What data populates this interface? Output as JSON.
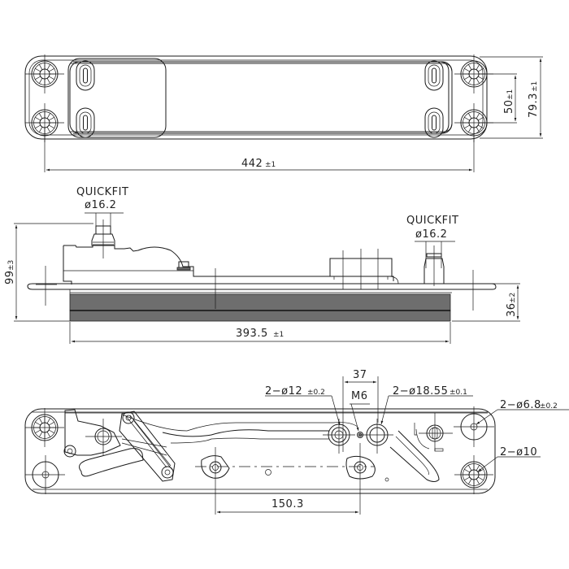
{
  "drawing": {
    "subject": "oil cooler technical drawing",
    "line_color": "#1a1a1a",
    "fin_fill_color": "#6e6e6e",
    "background": "#ffffff"
  },
  "top_view": {
    "length_dim": {
      "value": "442",
      "tol": "±1"
    },
    "hole_spacing_dim": {
      "value": "50",
      "tol": "±1"
    },
    "width_dim": {
      "value": "79.3",
      "tol": "±1"
    }
  },
  "side_view": {
    "left_fitting": {
      "label": "QUICKFIT",
      "diameter": "ø16.2"
    },
    "right_fitting": {
      "label": "QUICKFIT",
      "diameter": "ø16.2"
    },
    "overall_height_dim": {
      "value": "99",
      "tol": "±3"
    },
    "core_height_dim": {
      "value": "36",
      "tol": "±2"
    },
    "core_length_dim": {
      "value": "393.5",
      "tol": "±1"
    }
  },
  "bottom_view": {
    "port_spacing_dim": {
      "value": "37"
    },
    "small_port": {
      "label": "2−ø12",
      "tol": "±0.2"
    },
    "thread": {
      "label": "M6"
    },
    "large_port": {
      "label": "2−ø18.55",
      "tol": "±0.1"
    },
    "mount_hole": {
      "label": "2−ø6.8",
      "tol": "±0.2"
    },
    "bolt_hole": {
      "label": "2−ø10"
    },
    "pitch_dim": {
      "value": "150.3"
    }
  }
}
